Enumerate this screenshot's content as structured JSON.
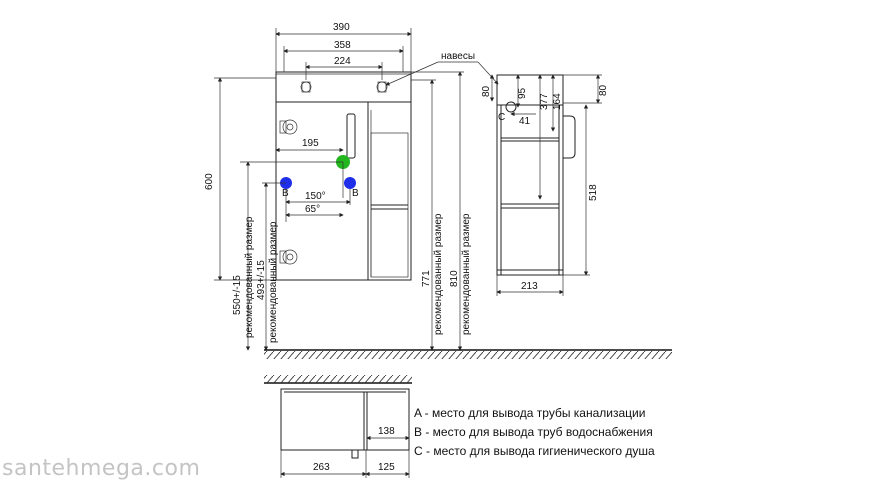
{
  "dims_top": {
    "d390": "390",
    "d358": "358",
    "d224": "224",
    "d195": "195",
    "d150": "150°",
    "d65": "65°"
  },
  "dims_left": {
    "d600": "600",
    "d550": "550+/-15",
    "d493": "493+/-15",
    "rec": "рекомендованный размер"
  },
  "dims_right": {
    "d771": "771",
    "d810": "810",
    "rec": "рекомендованный размер"
  },
  "side_view": {
    "d80a": "80",
    "d95": "95",
    "d377": "377",
    "d164": "164",
    "d80b": "80",
    "d518": "518",
    "d41": "41",
    "c": "C",
    "d213": "213"
  },
  "labels": {
    "navesy": "навесы",
    "b": "B"
  },
  "plan": {
    "d138": "138",
    "d263": "263",
    "d125": "125"
  },
  "legend": {
    "a": "A - место для вывода трубы канализации",
    "b": "B - место для вывода труб водоснабжения",
    "c": "C - место для вывода гигиенического душа"
  },
  "watermark": "santehmega.com",
  "colors": {
    "water": "#1f2ee8",
    "drain": "#22b61f",
    "line": "#222222"
  }
}
